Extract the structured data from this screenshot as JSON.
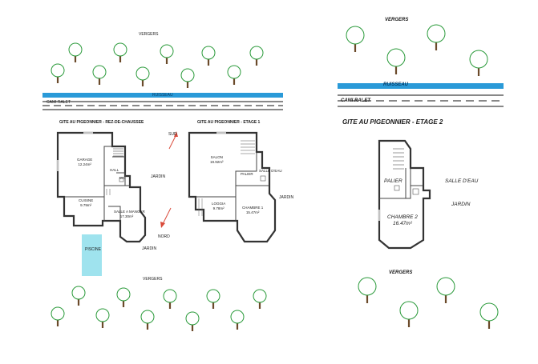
{
  "left_plan": {
    "top_orchard_label": "VERGERS",
    "stream_label": "RUISSEAU",
    "road_label": "CAMI RALET",
    "ground_title": "GITE AU PIGEONNIER - REZ-DE-CHAUSSEE",
    "floor1_title": "GITE AU PIGEONNIER - ETAGE 1",
    "rooms_ground": {
      "garage_name": "GARAGE",
      "garage_area": "12.24m²",
      "hall": "HALL",
      "wc": "WC",
      "cuisine_name": "CUISINE",
      "cuisine_area": "9.79m²",
      "salle_name": "SALLE A MANGER",
      "salle_area": "17.30m²"
    },
    "rooms_floor1": {
      "salon_name": "SALON",
      "salon_area": "19.92m²",
      "palier": "PALIER",
      "salle_eau": "SALLE D'EAU",
      "loggia_name": "LOGGIA",
      "loggia_area": "9.78m²",
      "chambre_name": "CHAMBRE 1",
      "chambre_area": "15.47m²"
    },
    "jardin_1": "JARDIN",
    "jardin_2": "JARDIN",
    "jardin_3": "JARDIN",
    "piscine": "PISCINE",
    "sud": "SUD",
    "nord": "NORD",
    "bottom_orchard_label": "VERGERS"
  },
  "right_plan": {
    "top_orchard_label": "VERGERS",
    "stream_label": "RUISSEAU",
    "road_label": "CAMI RALET",
    "floor2_title": "GITE AU PIGEONNIER - ETAGE 2",
    "palier": "PALIER",
    "salle_eau": "SALLE D'EAU",
    "jardin": "JARDIN",
    "chambre_name": "CHAMBRE 2",
    "chambre_area": "16.47m²",
    "bottom_orchard_label": "VERGERS"
  },
  "colors": {
    "stream": "#2a9ad8",
    "pool": "#9fe3ee",
    "tree_canopy": "#2a9a3a",
    "tree_trunk": "#6b4a2a",
    "compass_arrow": "#d94a3a"
  }
}
